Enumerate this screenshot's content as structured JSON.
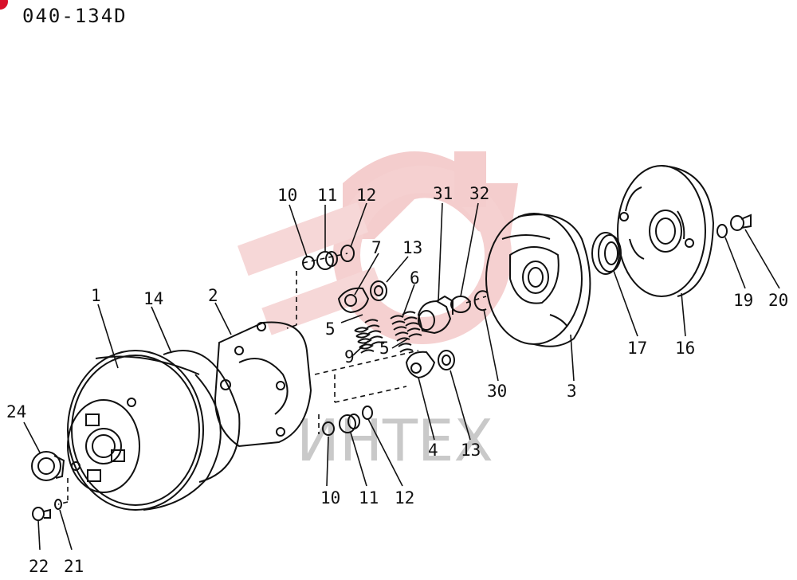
{
  "drawing_code": "040-134D",
  "watermark_text": "ИНТЕХ",
  "colors": {
    "ink": "#111111",
    "accent": "#d8102a",
    "watermark": "#f2c3c3"
  },
  "callouts": [
    "1",
    "14",
    "2",
    "10",
    "11",
    "12",
    "7",
    "13",
    "5",
    "9",
    "6",
    "31",
    "32",
    "30",
    "4",
    "3",
    "17",
    "16",
    "19",
    "20",
    "24",
    "22",
    "21"
  ]
}
